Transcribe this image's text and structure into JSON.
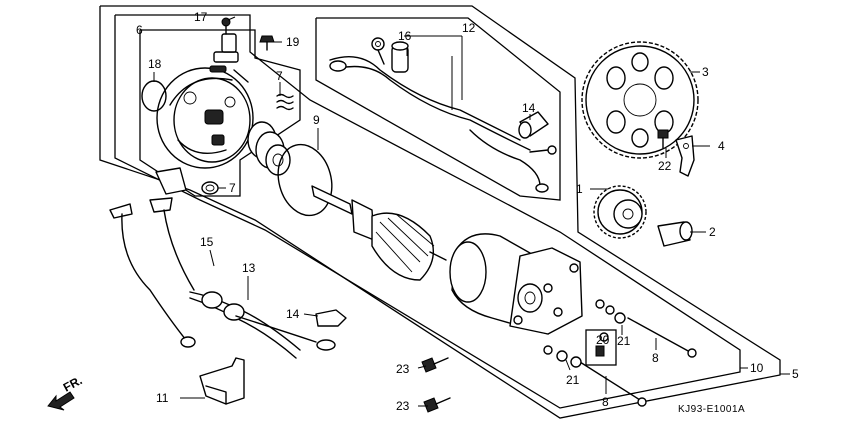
{
  "diagram": {
    "drawing_code": "KJ93-E1001A",
    "direction_label": "FR.",
    "callouts": [
      {
        "id": "c1",
        "label": "1"
      },
      {
        "id": "c2",
        "label": "2"
      },
      {
        "id": "c3",
        "label": "3"
      },
      {
        "id": "c4",
        "label": "4"
      },
      {
        "id": "c5",
        "label": "5"
      },
      {
        "id": "c6",
        "label": "6"
      },
      {
        "id": "c7a",
        "label": "7"
      },
      {
        "id": "c7b",
        "label": "7"
      },
      {
        "id": "c8a",
        "label": "8"
      },
      {
        "id": "c8b",
        "label": "8"
      },
      {
        "id": "c9",
        "label": "9"
      },
      {
        "id": "c10",
        "label": "10"
      },
      {
        "id": "c11",
        "label": "11"
      },
      {
        "id": "c12",
        "label": "12"
      },
      {
        "id": "c13",
        "label": "13"
      },
      {
        "id": "c14a",
        "label": "14"
      },
      {
        "id": "c14b",
        "label": "14"
      },
      {
        "id": "c15",
        "label": "15"
      },
      {
        "id": "c16",
        "label": "16"
      },
      {
        "id": "c17",
        "label": "17"
      },
      {
        "id": "c18",
        "label": "18"
      },
      {
        "id": "c19",
        "label": "19"
      },
      {
        "id": "c20",
        "label": "20"
      },
      {
        "id": "c21a",
        "label": "21"
      },
      {
        "id": "c21b",
        "label": "21"
      },
      {
        "id": "c22",
        "label": "22"
      },
      {
        "id": "c23a",
        "label": "23"
      },
      {
        "id": "c23b",
        "label": "23"
      }
    ]
  }
}
